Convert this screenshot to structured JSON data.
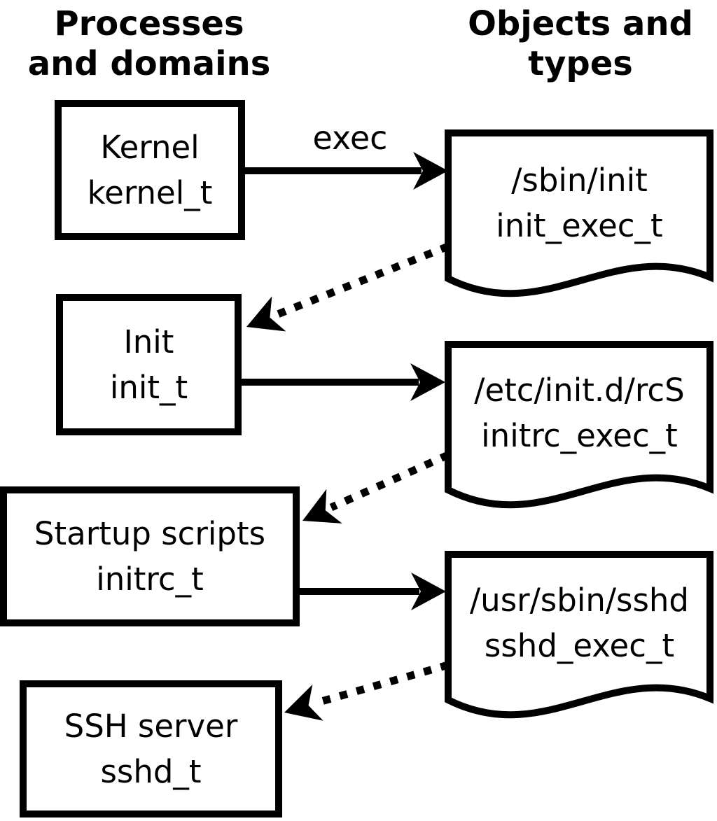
{
  "headers": {
    "left": {
      "line1": "Processes",
      "line2": "and domains"
    },
    "right": {
      "line1": "Objects and",
      "line2": "types"
    }
  },
  "processes": [
    {
      "name": "Kernel",
      "type": "kernel_t"
    },
    {
      "name": "Init",
      "type": "init_t"
    },
    {
      "name": "Startup scripts",
      "type": "initrc_t"
    },
    {
      "name": "SSH server",
      "type": "sshd_t"
    }
  ],
  "objects": [
    {
      "path": "/sbin/init",
      "type": "init_exec_t"
    },
    {
      "path": "/etc/init.d/rcS",
      "type": "initrc_exec_t"
    },
    {
      "path": "/usr/sbin/sshd",
      "type": "sshd_exec_t"
    }
  ],
  "edges": [
    {
      "from": "kernel_t",
      "to": "init_exec_t",
      "label": "exec",
      "style": "solid"
    },
    {
      "from": "init_exec_t",
      "to": "init_t",
      "label": "",
      "style": "dotted"
    },
    {
      "from": "init_t",
      "to": "initrc_exec_t",
      "label": "",
      "style": "solid"
    },
    {
      "from": "initrc_exec_t",
      "to": "initrc_t",
      "label": "",
      "style": "dotted"
    },
    {
      "from": "initrc_t",
      "to": "sshd_exec_t",
      "label": "",
      "style": "solid"
    },
    {
      "from": "sshd_exec_t",
      "to": "sshd_t",
      "label": "",
      "style": "dotted"
    }
  ],
  "colors": {
    "stroke": "#000000",
    "background": "#ffffff"
  }
}
